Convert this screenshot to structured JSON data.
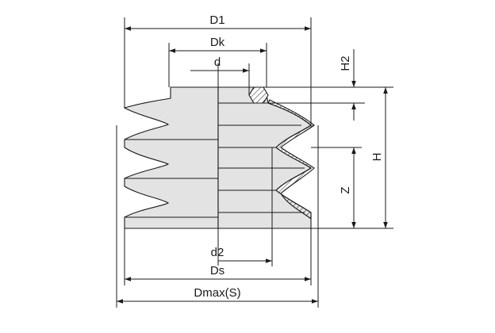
{
  "diagram": {
    "labels": {
      "D1": "D1",
      "Dk": "Dk",
      "d": "d",
      "H2": "H2",
      "H": "H",
      "Z": "Z",
      "d2": "d2",
      "Ds": "Ds",
      "Dmax": "Dmax(S)"
    },
    "colors": {
      "body": "#e3e3e3",
      "line": "#1a1a1a",
      "background": "#ffffff"
    }
  }
}
